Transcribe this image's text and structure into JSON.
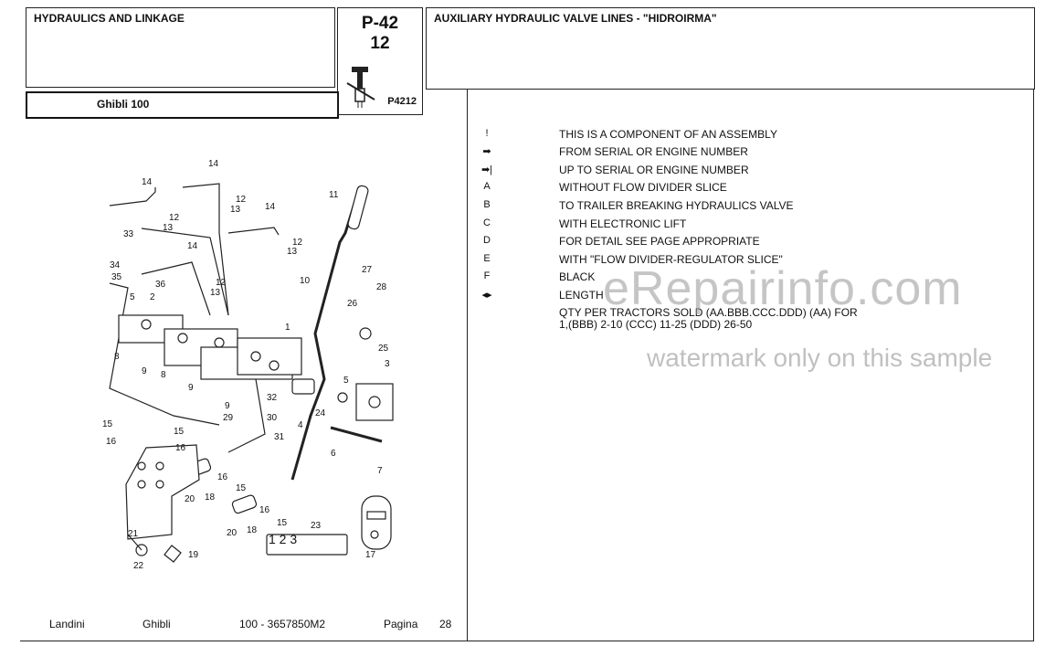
{
  "header": {
    "section": "HYDRAULICS AND LINKAGE",
    "model": "Ghibli 100",
    "page_number": "P-42",
    "page_sub": "12",
    "page_code": "P4212",
    "title": "AUXILIARY HYDRAULIC VALVE LINES - \"HIDROIRMA\""
  },
  "legend": [
    {
      "symbol": "!",
      "text": "THIS IS A COMPONENT OF AN ASSEMBLY"
    },
    {
      "symbol": "➡",
      "text": "FROM SERIAL OR ENGINE NUMBER"
    },
    {
      "symbol": "➡|",
      "text": "UP TO SERIAL OR ENGINE NUMBER"
    },
    {
      "symbol": "A",
      "text": "WITHOUT FLOW DIVIDER SLICE"
    },
    {
      "symbol": "B",
      "text": "TO TRAILER BREAKING HYDRAULICS VALVE"
    },
    {
      "symbol": "C",
      "text": "WITH ELECTRONIC LIFT"
    },
    {
      "symbol": "D",
      "text": "FOR DETAIL SEE PAGE APPROPRIATE"
    },
    {
      "symbol": "E",
      "text": "WITH  \"FLOW DIVIDER-REGULATOR SLICE\""
    },
    {
      "symbol": "F",
      "text": "BLACK"
    },
    {
      "symbol": "◂▸",
      "text": "LENGTH"
    }
  ],
  "qty": {
    "line1": "QTY PER TRACTORS SOLD  (AA.BBB.CCC.DDD) (AA) FOR",
    "line2": "1,(BBB) 2-10 (CCC) 11-25 (DDD) 26-50"
  },
  "footer": {
    "brand": "Landini",
    "model": "Ghibli",
    "part": "100  - 3657850M2",
    "page_label": "Pagina",
    "page_value": "28"
  },
  "watermark": {
    "main": "eRepairinfo.com",
    "sub": "watermark only on this sample"
  },
  "diagram": {
    "callouts": [
      "14",
      "14",
      "12",
      "13",
      "14",
      "12",
      "13",
      "12",
      "13",
      "33",
      "14",
      "12",
      "13",
      "34",
      "35",
      "36",
      "5",
      "2",
      "8",
      "9",
      "8",
      "9",
      "9",
      "32",
      "29",
      "30",
      "31",
      "1",
      "11",
      "10",
      "27",
      "28",
      "26",
      "25",
      "3",
      "5",
      "24",
      "4",
      "6",
      "7",
      "15",
      "16",
      "15",
      "16",
      "16",
      "15",
      "20",
      "18",
      "16",
      "15",
      "20",
      "18",
      "21",
      "22",
      "19",
      "23",
      "17"
    ],
    "plate_text": "1  2  3"
  }
}
